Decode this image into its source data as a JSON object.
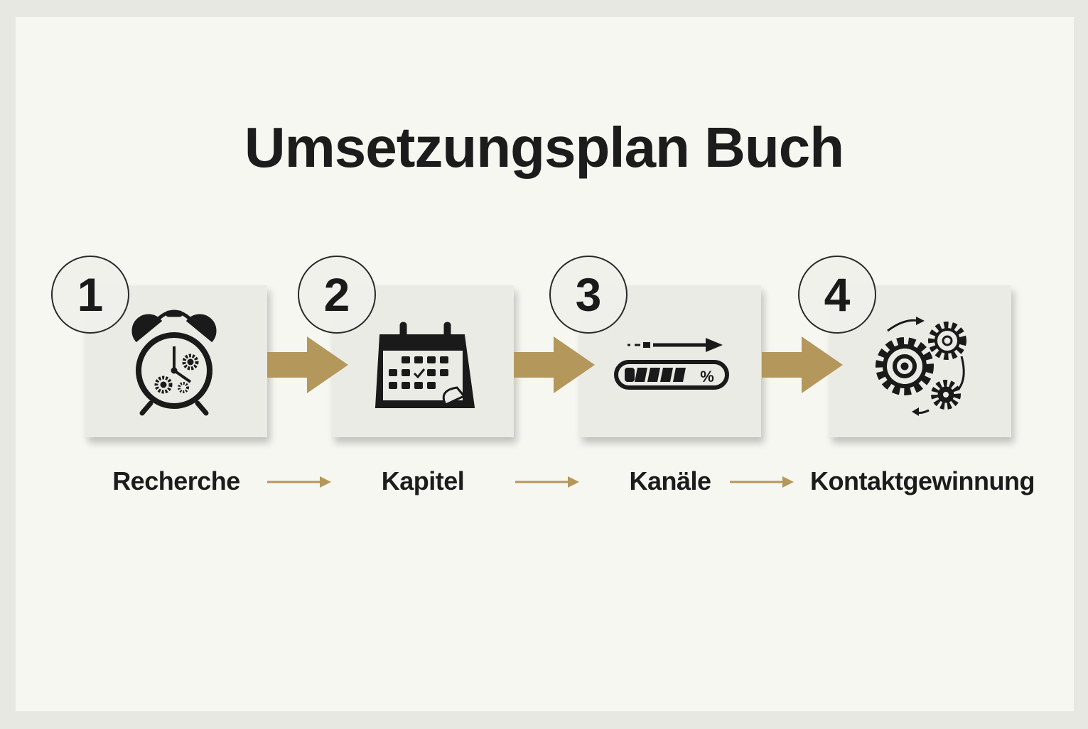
{
  "title": "Umsetzungsplan Buch",
  "accent_color": "#b4975a",
  "steps": [
    {
      "number": "1",
      "label": "Recherche",
      "icon": "alarm-clock-gears-icon"
    },
    {
      "number": "2",
      "label": "Kapitel",
      "icon": "calendar-icon"
    },
    {
      "number": "3",
      "label": "Kanäle",
      "icon": "progress-bar-icon"
    },
    {
      "number": "4",
      "label": "Kontaktgewinnung",
      "icon": "gears-cycle-icon"
    }
  ]
}
